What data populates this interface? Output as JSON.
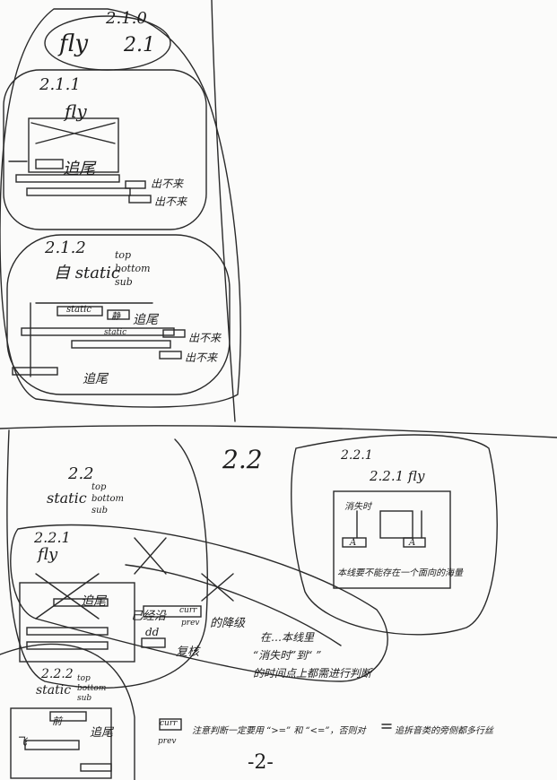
{
  "page_number": "-2-",
  "sections": {
    "s210": {
      "title": "2.1.0",
      "subtitle": "fly",
      "alt": "2.1"
    },
    "s211": {
      "title": "2.1.1",
      "subtitle": "fly",
      "chase": "追尾",
      "out1": "出不来",
      "out2": "出不来"
    },
    "s212": {
      "title": "2.1.2",
      "label": "自 static",
      "opts": [
        "top",
        "bottom",
        "sub"
      ],
      "box1": "static",
      "box2": "静",
      "chase1": "追尾",
      "curr": "static",
      "out1": "出不来",
      "out2": "出不来",
      "chase2": "追尾"
    },
    "s22": {
      "title": "2.2",
      "label": "static",
      "opts": [
        "top",
        "bottom",
        "sub"
      ]
    },
    "s221_big": {
      "title": "2.2",
      "sub": "2.2.1",
      "subtitle": "fly",
      "chase": "追尾",
      "note1": "已经沿",
      "note1b": "的降级",
      "curr": "curr",
      "prev": "prev",
      "dd": "dd",
      "reuse": "复核"
    },
    "s221_box": {
      "title": "2.2.1",
      "title2": "2.2.1 fly",
      "l1": "消失时",
      "l2": "A",
      "l3": "A",
      "note": "本线要不能存在一个面向的海量"
    },
    "s222": {
      "title": "2.2.2",
      "label": "static",
      "opts": [
        "top",
        "bottom",
        "sub"
      ],
      "l1": "前",
      "chase": "追尾",
      "fly": "飞",
      "curr": "curr",
      "prev": "prev"
    },
    "notes": {
      "n1": "在…本线里",
      "n2": "“消失时”到“ ”",
      "n3": "的时间点上都需进行判断",
      "bottom": "注意判断一定要用 “>=” 和 “<=”，否则对",
      "bottom2": "追拆音类的旁侧都多行丝"
    }
  }
}
